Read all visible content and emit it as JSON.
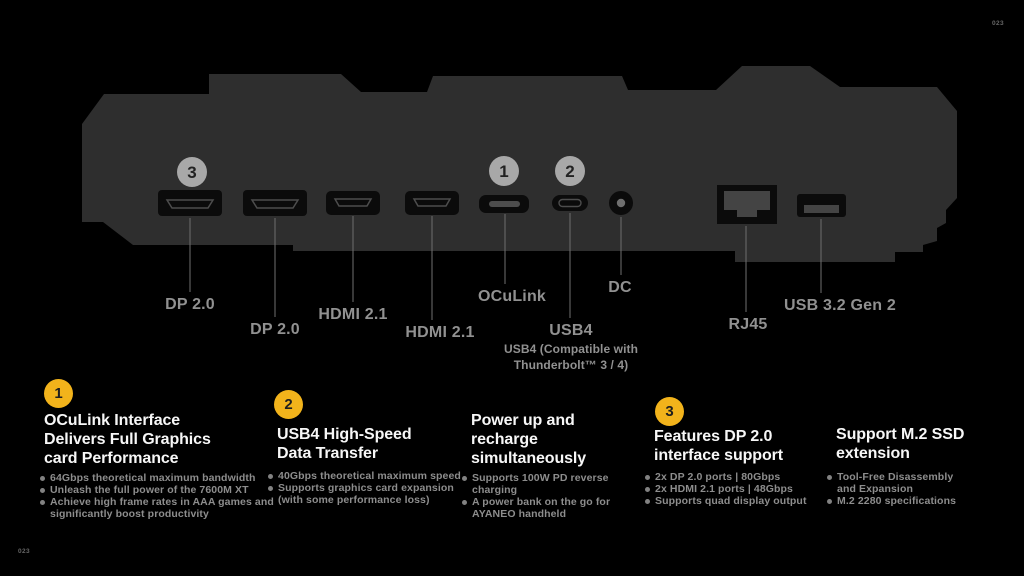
{
  "page": {
    "corner_top_right": "023",
    "corner_bottom_left": "023"
  },
  "colors": {
    "background": "#000000",
    "device_body": "#2e2e2e",
    "port_black": "#0b0b0b",
    "slot_gray": "#4d4d4d",
    "accent_yellow": "#f2b31b",
    "label_gray": "#919191",
    "heading_white": "#f7f7f7"
  },
  "device": {
    "markers": [
      {
        "number": "3"
      },
      {
        "number": "1"
      },
      {
        "number": "2"
      }
    ]
  },
  "ports": [
    {
      "label": "DP 2.0"
    },
    {
      "label": "DP 2.0"
    },
    {
      "label": "HDMI 2.1"
    },
    {
      "label": "HDMI 2.1"
    },
    {
      "label": "OCuLink"
    },
    {
      "label": "USB4",
      "sub_line1": "USB4 (Compatible with",
      "sub_line2": "Thunderbolt™ 3 / 4)"
    },
    {
      "label": "DC"
    },
    {
      "label": "RJ45"
    },
    {
      "label": "USB 3.2 Gen 2"
    }
  ],
  "callouts": [
    {
      "number": "1",
      "heading_lines": [
        "OCuLink Interface",
        "Delivers Full Graphics",
        "card Performance"
      ],
      "bullets": [
        [
          "64Gbps theoretical maximum bandwidth"
        ],
        [
          "Unleash the full power of the 7600M XT"
        ],
        [
          "Achieve high frame rates in AAA games and",
          "significantly boost productivity"
        ]
      ]
    },
    {
      "number": "2",
      "heading_lines": [
        "USB4 High-Speed",
        "Data Transfer"
      ],
      "bullets": [
        [
          "40Gbps theoretical maximum speed"
        ],
        [
          "Supports graphics card expansion",
          "(with some performance loss)"
        ]
      ]
    },
    {
      "number": "",
      "heading_lines": [
        "Power up and",
        "recharge",
        "simultaneously"
      ],
      "bullets": [
        [
          "Supports 100W PD reverse",
          "charging"
        ],
        [
          "A power bank on the go for",
          "AYANEO handheld"
        ]
      ]
    },
    {
      "number": "3",
      "heading_lines": [
        "Features DP 2.0",
        "interface support"
      ],
      "bullets": [
        [
          "2x DP 2.0 ports | 80Gbps"
        ],
        [
          "2x HDMI 2.1 ports | 48Gbps"
        ],
        [
          "Supports quad display output"
        ]
      ]
    },
    {
      "number": "",
      "heading_lines": [
        "Support M.2 SSD",
        "extension"
      ],
      "bullets": [
        [
          "Tool-Free Disassembly",
          "and Expansion"
        ],
        [
          "M.2 2280 specifications"
        ]
      ]
    }
  ]
}
